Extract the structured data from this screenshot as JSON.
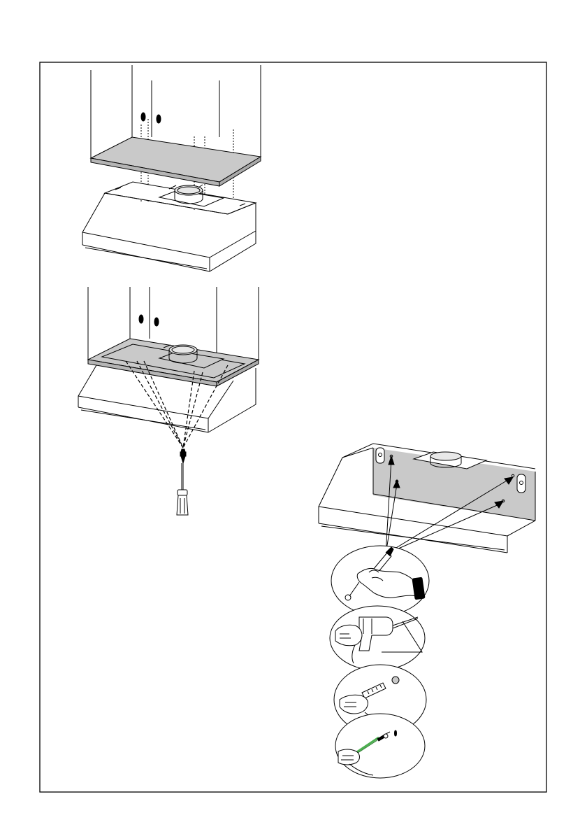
{
  "figure": {
    "frame_color": "#000000",
    "panel_fill": "#c9c9c9",
    "duct_fill": "#e8e8e8",
    "marker_fill": "#000000",
    "highlight_color": "#4caf50"
  },
  "figures": [
    {
      "id": "step-1",
      "subject": "hood-below-cabinet-panel-exploded"
    },
    {
      "id": "step-2",
      "subject": "hood-screwed-under-cabinet-with-screwdriver"
    },
    {
      "id": "step-3",
      "subject": "wall-mount-hood-marking-holes"
    },
    {
      "id": "step-4",
      "subject": "marking-with-pencil"
    },
    {
      "id": "step-5",
      "subject": "drilling-hole"
    },
    {
      "id": "step-6",
      "subject": "inserting-wall-plug"
    },
    {
      "id": "step-7",
      "subject": "driving-screw"
    }
  ]
}
